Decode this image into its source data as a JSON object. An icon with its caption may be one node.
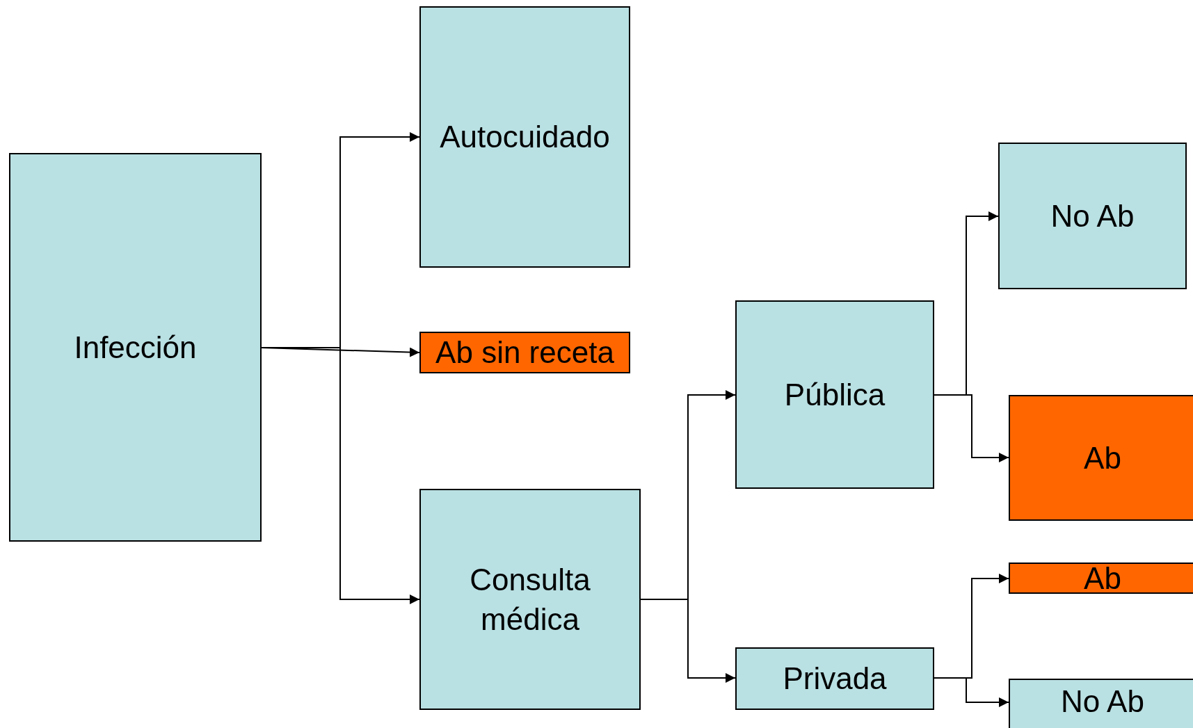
{
  "diagram": {
    "nodes": [
      {
        "text": [
          "Infección"
        ]
      },
      {
        "text": [
          "Autocuidado"
        ]
      },
      {
        "text": [
          "Ab sin receta"
        ]
      },
      {
        "text": [
          "Consulta médica"
        ]
      },
      {
        "text": [
          "Pública"
        ]
      },
      {
        "text": [
          "Privada"
        ]
      },
      {
        "text": [
          "No Ab"
        ]
      },
      {
        "text": [
          "Ab"
        ]
      },
      {
        "text": [
          "Ab"
        ]
      },
      {
        "text": [
          "No Ab"
        ]
      }
    ],
    "edges": [
      {
        "from": 0,
        "to": 1,
        "arrow": "to"
      },
      {
        "from": 0,
        "to": 2,
        "arrow": "to"
      },
      {
        "from": 0,
        "to": 3,
        "arrow": "to"
      },
      {
        "from": 3,
        "to": 4,
        "arrow": "to"
      },
      {
        "from": 3,
        "to": 5,
        "arrow": "to"
      },
      {
        "from": 4,
        "to": 6,
        "arrow": "to"
      },
      {
        "from": 4,
        "to": 7,
        "arrow": "to"
      },
      {
        "from": 5,
        "to": 8,
        "arrow": "to"
      },
      {
        "from": 5,
        "to": 9,
        "arrow": "to"
      }
    ]
  }
}
